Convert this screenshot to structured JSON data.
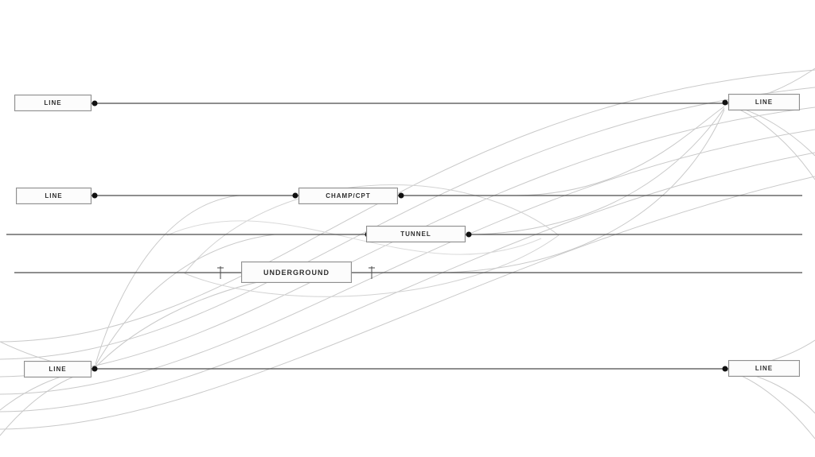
{
  "palette": {
    "track_line": "#4a4a4a",
    "curve": "#c9c9c9",
    "curve_light": "#dadada",
    "box_border": "#8f8f8f",
    "dot": "#111111",
    "text": "#2e2e2e",
    "background": "#ffffff"
  },
  "nodes": {
    "left_top": "LINE",
    "left_mid": "LINE",
    "left_bottom": "LINE",
    "right_top": "LINE",
    "right_bottom": "LINE",
    "mid_1": "CHAMP/CPT",
    "mid_2": "TUNNEL",
    "mid_3": "UNDERGROUND"
  }
}
